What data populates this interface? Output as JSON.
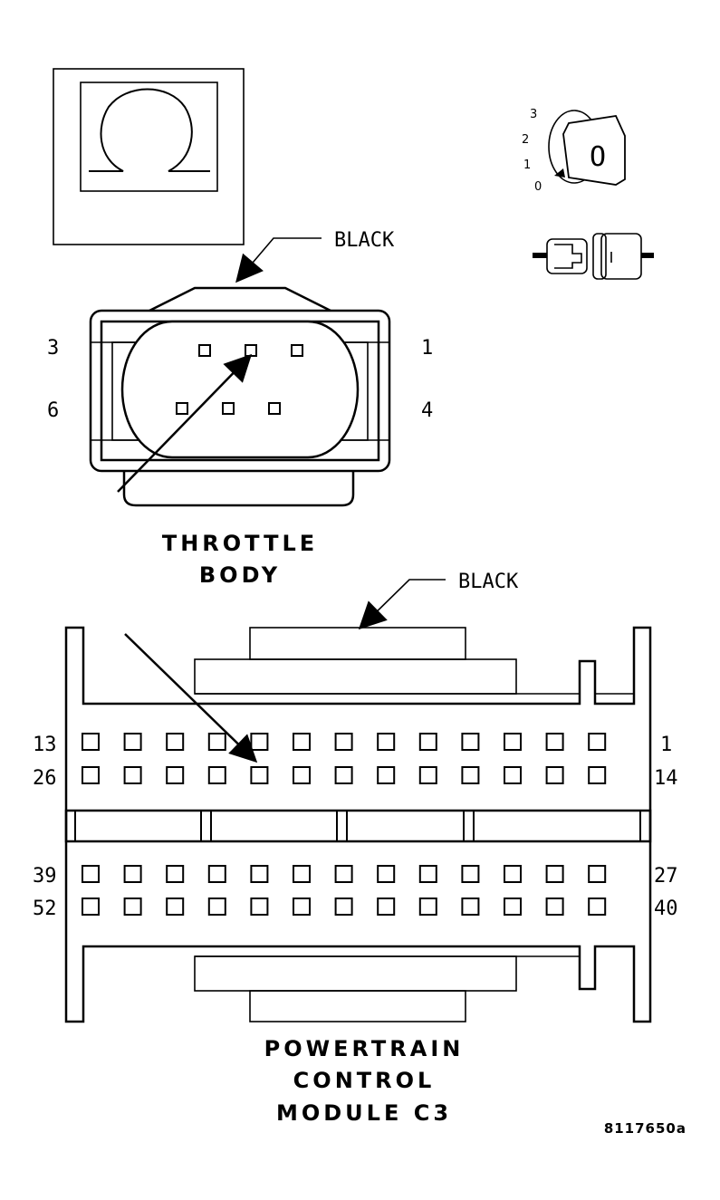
{
  "ohmmeter": {
    "symbol": "Ω"
  },
  "ignition": {
    "positions": [
      "3",
      "2",
      "1",
      "0"
    ],
    "key_letter": "O"
  },
  "throttle_body": {
    "color_label": "BLACK",
    "pin_labels": {
      "top_left": "3",
      "top_right": "1",
      "bottom_left": "6",
      "bottom_right": "4"
    },
    "title_line1": "THROTTLE",
    "title_line2": "BODY"
  },
  "pcm": {
    "color_label": "BLACK",
    "row_labels": {
      "r1_left": "13",
      "r1_right": "1",
      "r2_left": "26",
      "r2_right": "14",
      "r3_left": "39",
      "r3_right": "27",
      "r4_left": "52",
      "r4_right": "40"
    },
    "title_line1": "POWERTRAIN",
    "title_line2": "CONTROL",
    "title_line3": "MODULE C3"
  },
  "figure_ref": "8117650a"
}
